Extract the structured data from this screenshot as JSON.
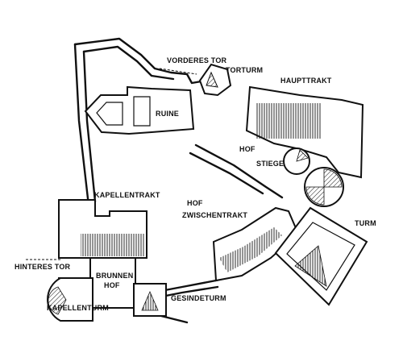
{
  "labels": {
    "vorderes_tor": "VORDERES TOR",
    "torturm": "TORTURM",
    "haupttrakt": "HAUPTTRAKT",
    "ruine": "RUINE",
    "hof_upper": "HOF",
    "stiege": "STIEGE",
    "kapellentrakt": "KAPELLENTRAKT",
    "hof_lower": "HOF",
    "zwischentrakt": "ZWISCHENTRAKT",
    "turm": "TURM",
    "hinteres_tor": "HINTERES TOR",
    "brunnen": "BRUNNEN",
    "hof_small": "HOF",
    "kapellenturm": "KAPELLENTURM",
    "gesindeturm": "GESINDETURM"
  }
}
